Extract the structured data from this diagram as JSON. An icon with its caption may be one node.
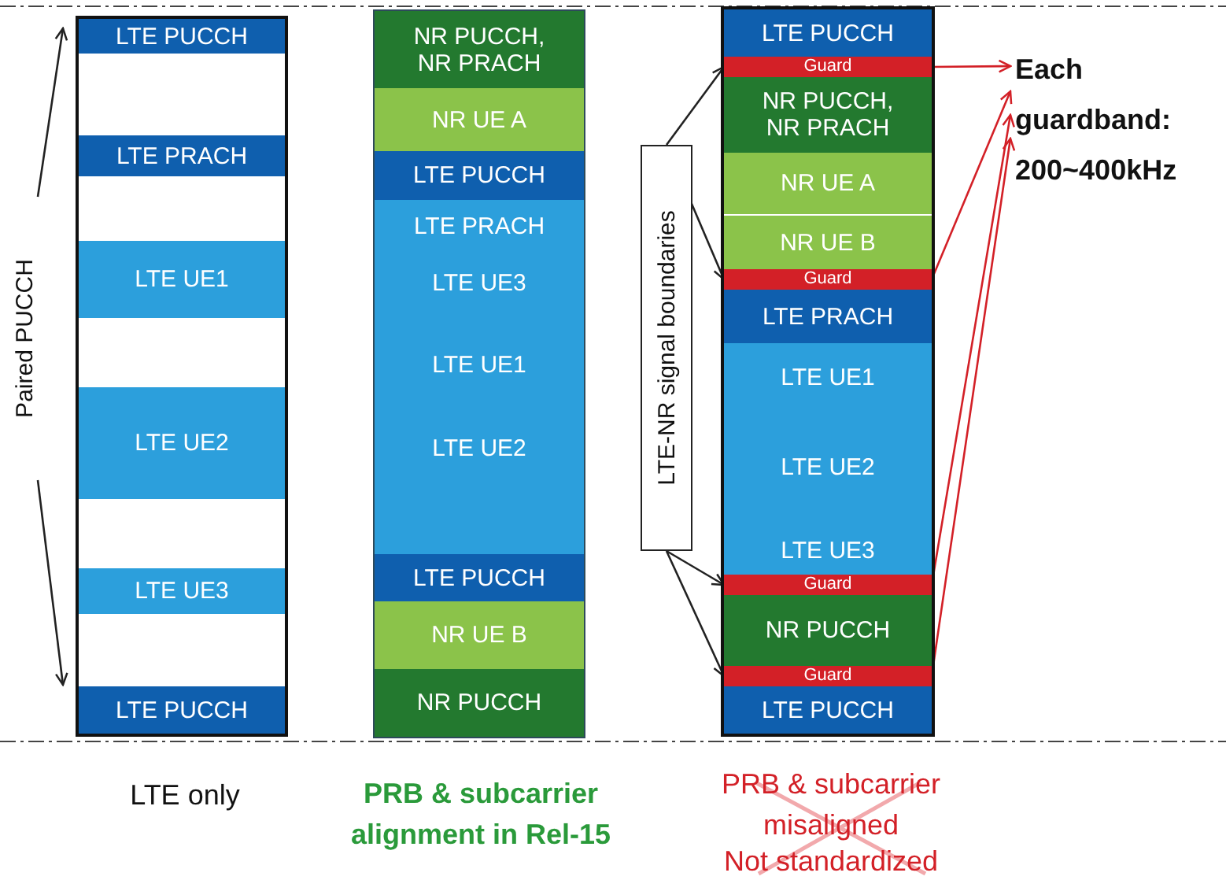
{
  "diagram": {
    "nodes": [
      {
        "text": [],
        "shape": "box",
        "beside": [
          "LTE only"
        ]
      },
      {
        "text": [
          "LTE PUCCH"
        ],
        "in": 0
      },
      {
        "text": [
          "LTE PRACH"
        ],
        "in": 0
      },
      {
        "text": [
          "LTE UE1"
        ],
        "in": 0
      },
      {
        "text": [
          "LTE UE2"
        ],
        "in": 0
      },
      {
        "text": [
          "LTE UE3"
        ],
        "in": 0
      },
      {
        "text": [
          "LTE PUCCH"
        ],
        "in": 0
      },
      {
        "text": [],
        "shape": "box",
        "beside": [
          "PRB & subcarrier alignment in Rel-15"
        ]
      },
      {
        "text": [
          "NR PUCCH, NR PRACH"
        ],
        "in": 7
      },
      {
        "text": [
          "NR UE A"
        ],
        "in": 7
      },
      {
        "text": [
          "LTE PUCCH"
        ],
        "in": 7
      },
      {
        "text": [
          "LTE PRACH",
          "LTE UE3",
          "LTE UE1",
          "LTE UE2"
        ],
        "in": 7
      },
      {
        "text": [
          "LTE PUCCH"
        ],
        "in": 7
      },
      {
        "text": [
          "NR UE B"
        ],
        "in": 7
      },
      {
        "text": [
          "NR PUCCH"
        ],
        "in": 7
      },
      {
        "text": [],
        "shape": "box",
        "beside": [
          "PRB & subcarrier misaligned",
          "Not standardized"
        ]
      },
      {
        "text": [
          "LTE PUCCH"
        ],
        "in": 15
      },
      {
        "text": [
          "Guard"
        ],
        "in": 15
      },
      {
        "text": [
          "NR PUCCH, NR PRACH"
        ],
        "in": 15
      },
      {
        "text": [
          "NR UE A"
        ],
        "in": 15
      },
      {
        "text": [
          "NR UE B"
        ],
        "in": 15
      },
      {
        "text": [
          "Guard"
        ],
        "in": 15
      },
      {
        "text": [
          "LTE PRACH"
        ],
        "in": 15
      },
      {
        "text": [
          "LTE UE1",
          "LTE UE2",
          "LTE UE3"
        ],
        "in": 15
      },
      {
        "text": [
          "Guard"
        ],
        "in": 15
      },
      {
        "text": [
          "NR PUCCH"
        ],
        "in": 15
      },
      {
        "text": [
          "Guard"
        ],
        "in": 15
      },
      {
        "text": [
          "LTE PUCCH"
        ],
        "in": 15
      },
      {
        "text": [
          "LTE-NR signal boundaries"
        ]
      },
      {
        "text": [
          "Each guardband: 200~400kHz"
        ]
      }
    ],
    "edges": [
      {
        "from": 28,
        "to": 17,
        "arrow": "to"
      },
      {
        "from": 28,
        "to": 21,
        "arrow": "to"
      },
      {
        "from": 28,
        "to": 24,
        "arrow": "to"
      },
      {
        "from": 28,
        "to": 26,
        "arrow": "to"
      },
      {
        "from": 17,
        "to": 29,
        "arrow": "to",
        "color": "#d32027"
      },
      {
        "from": 21,
        "to": 29,
        "arrow": "to",
        "color": "#d32027"
      },
      {
        "from": 24,
        "to": 29,
        "arrow": "to",
        "color": "#d32027"
      },
      {
        "from": 26,
        "to": 29,
        "arrow": "to",
        "color": "#d32027"
      }
    ],
    "labels": [
      "Paired PUCCH"
    ]
  }
}
